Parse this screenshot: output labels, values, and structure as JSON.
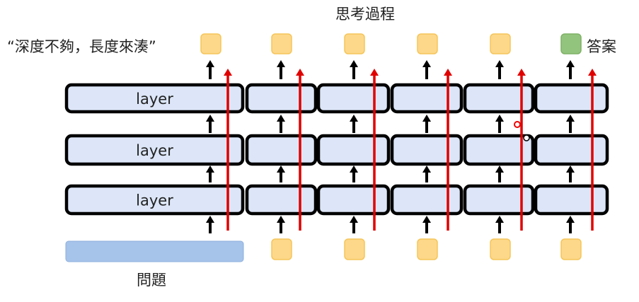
{
  "title": "思考過程",
  "quote": "“深度不夠，長度來湊”",
  "answer_label": "答案",
  "question_label": "問題",
  "layer_label": "layer",
  "layer_rows": 3,
  "reasoning_steps": 5,
  "colors": {
    "layer_fill": "#dce6f8",
    "token_fill": "#fdd88a",
    "token_stroke": "#f5c55a",
    "answer_fill": "#93c47d",
    "question_fill": "#a6c3ea",
    "red_arrow": "#e00000",
    "black_arrow": "#000000"
  }
}
